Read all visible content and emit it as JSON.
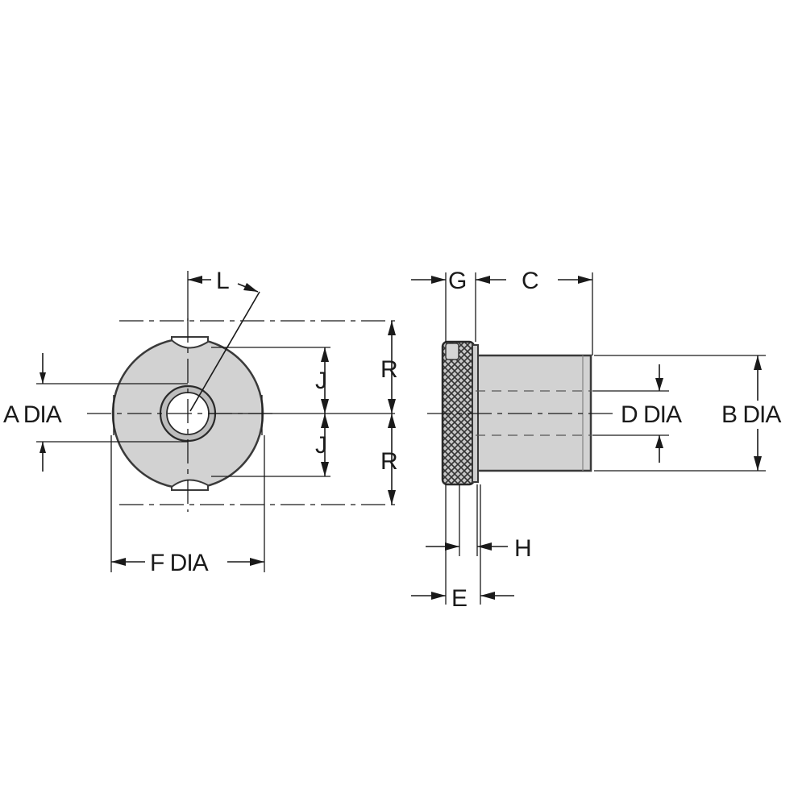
{
  "labels": {
    "a_dia": "A DIA",
    "b_dia": "B DIA",
    "c": "C",
    "d_dia": "D DIA",
    "e": "E",
    "f_dia": "F DIA",
    "g": "G",
    "h": "H",
    "j_upper": "J",
    "j_lower": "J",
    "l": "L",
    "r_upper": "R",
    "r_lower": "R"
  },
  "colors": {
    "line": "#1a1a1a",
    "part_fill": "#d4d4d4",
    "part_edge": "#3a3a3a",
    "knurl": "#9a9a9a"
  }
}
